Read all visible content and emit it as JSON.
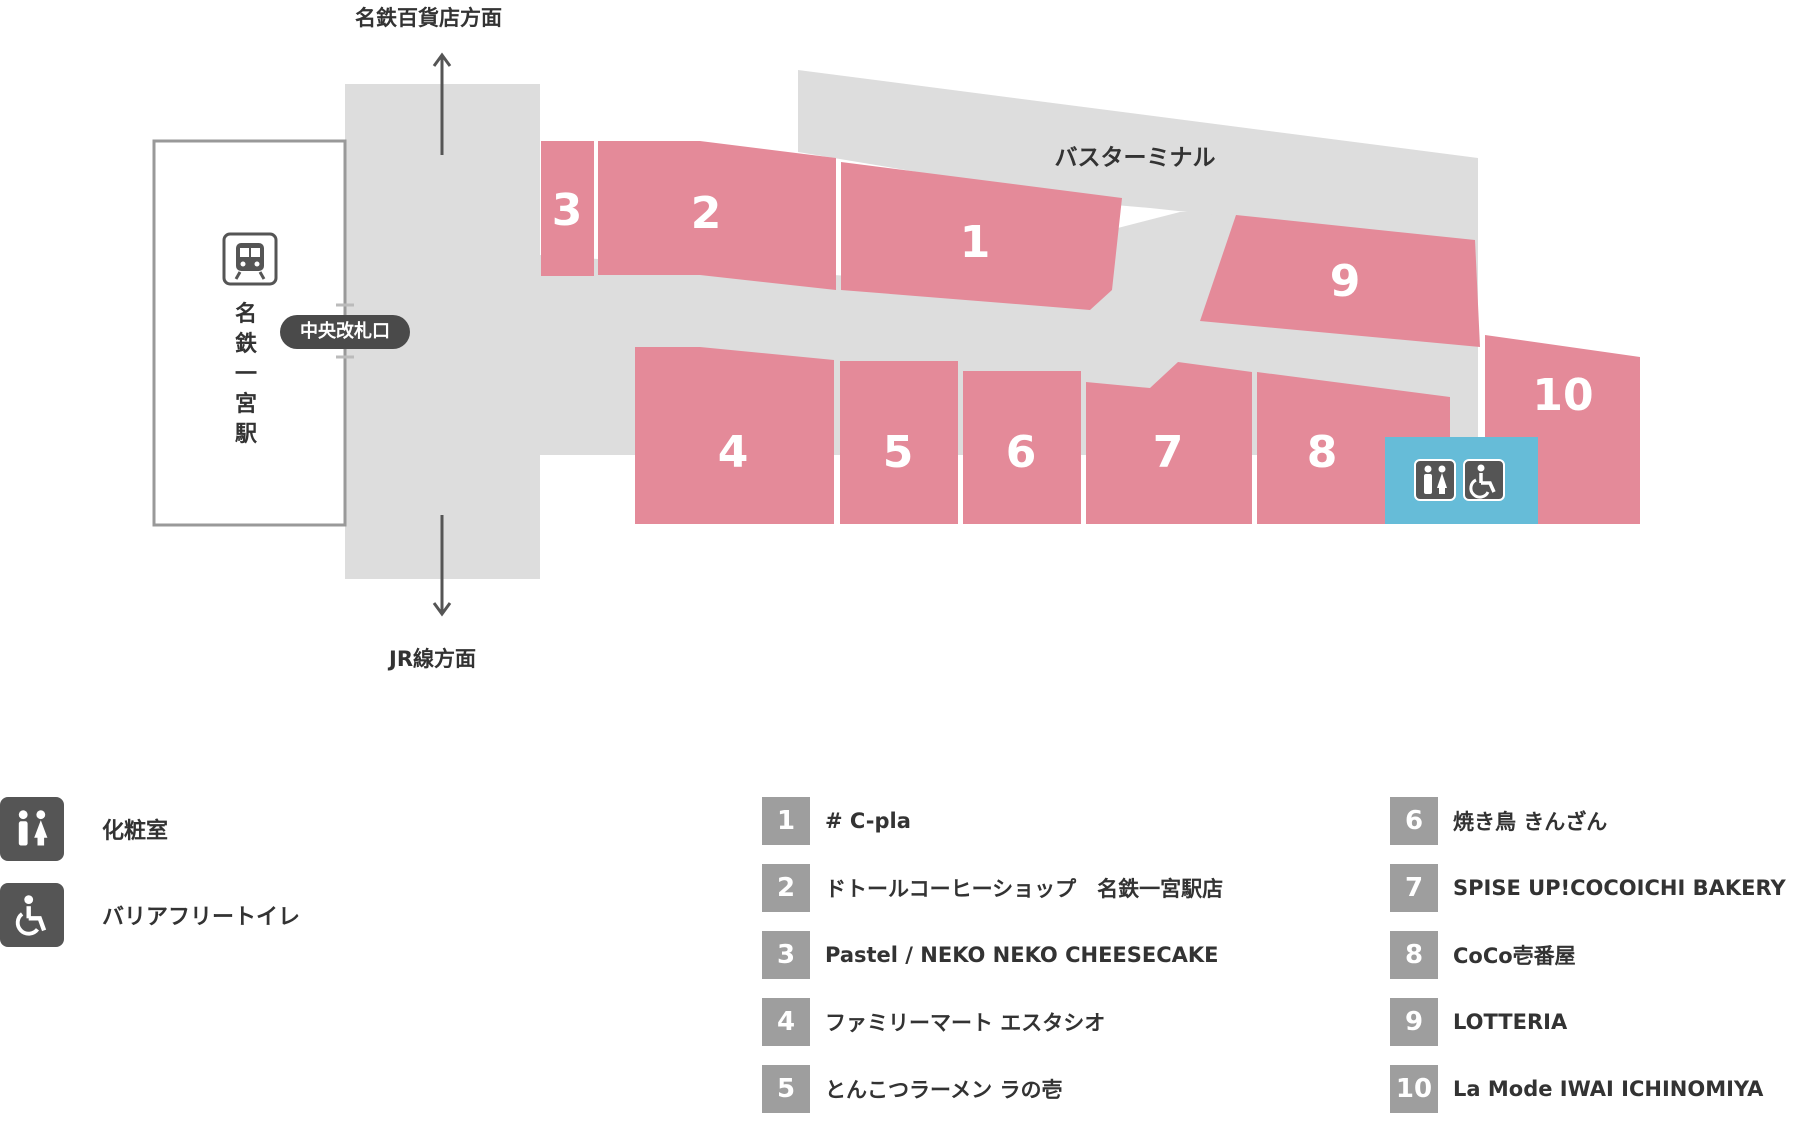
{
  "map": {
    "direction_north": "名鉄百貨店方面",
    "direction_south": "JR線方面",
    "station_name": "名鉄一宮駅",
    "gate_label": "中央改札口",
    "bus_terminal": "バスターミナル"
  },
  "legend": [
    {
      "icon": "restroom-icon",
      "label": "化粧室"
    },
    {
      "icon": "accessible-toilet-icon",
      "label": "バリアフリートイレ"
    }
  ],
  "shops_left": [
    {
      "num": "1",
      "name": "# C-pla"
    },
    {
      "num": "2",
      "name": "ドトールコーヒーショップ　名鉄一宮駅店"
    },
    {
      "num": "3",
      "name": "Pastel / NEKO NEKO CHEESECAKE"
    },
    {
      "num": "4",
      "name": "ファミリーマート エスタシオ"
    },
    {
      "num": "5",
      "name": "とんこつラーメン ラの壱"
    }
  ],
  "shops_right": [
    {
      "num": "6",
      "name": "焼き鳥 きんざん"
    },
    {
      "num": "7",
      "name": "SPISE  UP!COCOICHI BAKERY"
    },
    {
      "num": "8",
      "name": "CoCo壱番屋"
    },
    {
      "num": "9",
      "name": "LOTTERIA"
    },
    {
      "num": "10",
      "name": "La Mode IWAI ICHINOMIYA"
    }
  ],
  "map_numbers": [
    "1",
    "2",
    "3",
    "4",
    "5",
    "6",
    "7",
    "8",
    "9",
    "10"
  ],
  "colors": {
    "shop": "#e48a99",
    "corridor": "#dddddd",
    "restroom": "#66bcd8",
    "dark": "#555555"
  }
}
